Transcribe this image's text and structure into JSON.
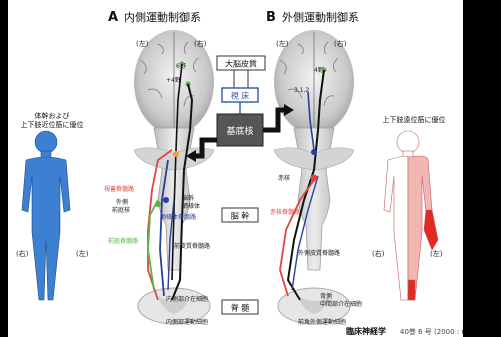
{
  "titles": {
    "a_letter": "A",
    "a_text": "内側運動制御系",
    "b_letter": "B",
    "b_text": "外側運動制御系"
  },
  "center_boxes": {
    "cortex": "大脳皮質",
    "thalamus": "視 床",
    "basal": "基底核",
    "brainstem": "脳 幹",
    "spinal": "脊 髄"
  },
  "side_labels": {
    "left": "(左)",
    "right": "(右)"
  },
  "left_figure": {
    "caption_line1": "体幹および",
    "caption_line2": "上下肢近位筋に優位"
  },
  "right_figure": {
    "caption": "上下肢遠位筋に優位"
  },
  "areas": {
    "a_area_6": "6野",
    "a_area_4": "+4野",
    "b_area_4": "4野",
    "b_area_312": "3,1,2"
  },
  "tracts_a": {
    "tectospinal": "視蓋脊髄路",
    "brainstem_reticular": "脳幹",
    "reticular_formation": "網様体",
    "vestibular": "外側",
    "vestibular_nucleus": "前庭核",
    "reticulospinal": "網様体脊髄路",
    "vestibulospinal": "前庭脊髄路",
    "anterior_corticospinal": "前皮質脊髄路",
    "medial_interneuron": "内側部介在細胞",
    "medial_motor": "内側部運動細胞"
  },
  "tracts_b": {
    "red_nucleus": "赤核",
    "rubrospinal": "赤核脊髄路",
    "lateral_corticospinal": "外側皮質脊髄路",
    "dorsal": "背側",
    "intermediate_interneuron": "中間部介在細胞",
    "ventral_motor": "前角外側運動細胞"
  },
  "footer": {
    "journal": "臨床神経学",
    "issue": "40巻 6 号 (2000 : 6"
  },
  "colors": {
    "left_body": "#3d7fd0",
    "right_body_pink": "#f4b6b2",
    "right_body_red": "#e02a22",
    "tract_red": "#e0453f",
    "tract_blue": "#2a3f9a",
    "tract_green": "#5cb34a",
    "box_blue": "#3057a8"
  }
}
